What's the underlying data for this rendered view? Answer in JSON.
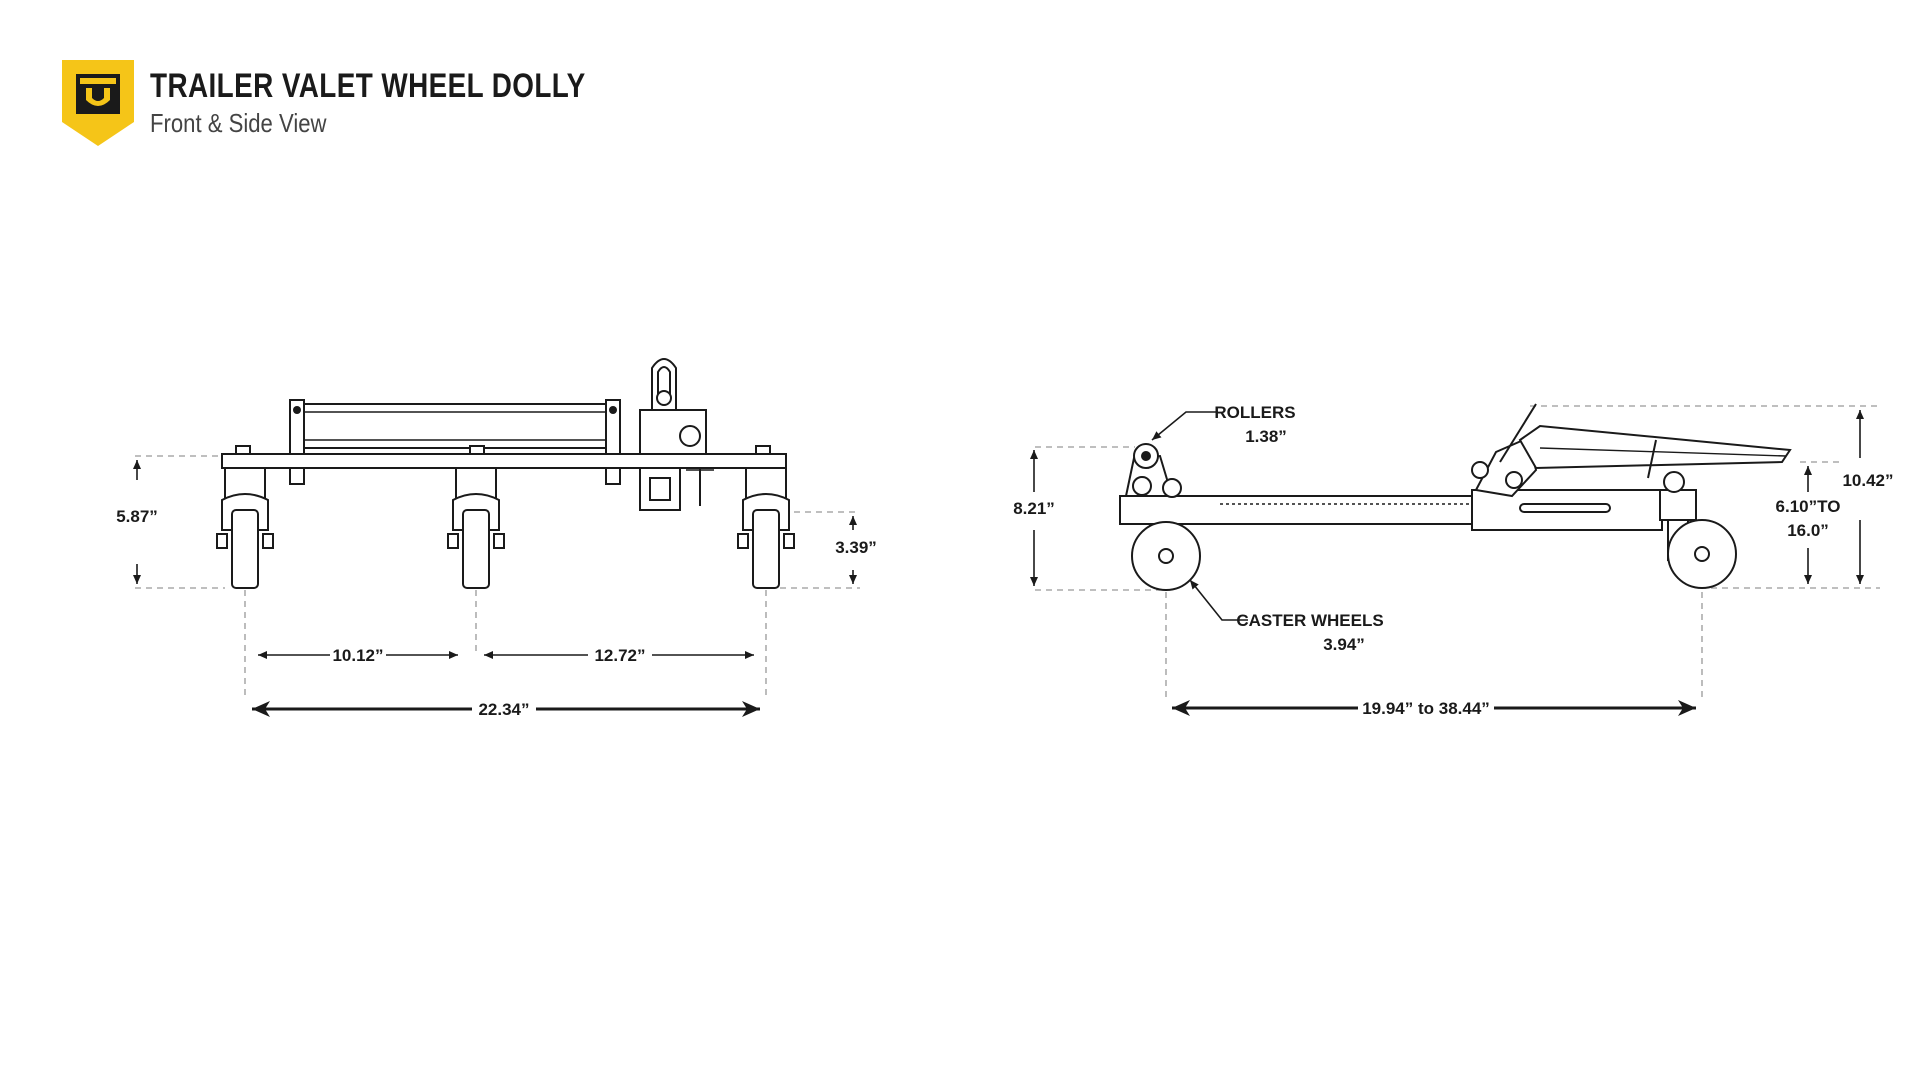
{
  "header": {
    "title": "TRAILER VALET WHEEL DOLLY",
    "subtitle": "Front & Side View",
    "logo_color": "#F5C518"
  },
  "front_view": {
    "height": "5.87”",
    "hitch_height": "3.39”",
    "left_spacing": "10.12”",
    "right_spacing": "12.72”",
    "overall_width": "22.34”"
  },
  "side_view": {
    "height": "8.21”",
    "rollers_label": "ROLLERS",
    "rollers_size": "1.38”",
    "caster_label": "CASTER WHEELS",
    "caster_size": "3.94”",
    "overall_height": "10.42”",
    "lift_range_a": "6.10”TO",
    "lift_range_b": "16.0”",
    "length_range": "19.94” to 38.44”"
  }
}
